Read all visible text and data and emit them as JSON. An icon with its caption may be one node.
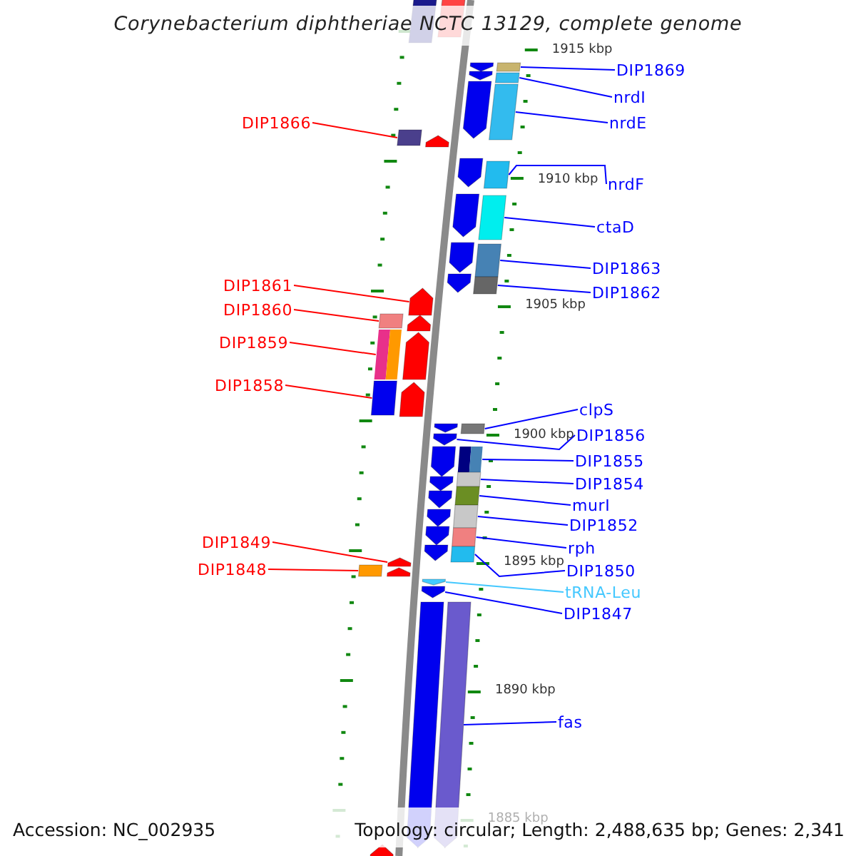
{
  "diagram": {
    "title": "Corynebacterium diphtheriae NCTC 13129, complete genome",
    "nodes": [
      {
        "text": [
          "DIP1869"
        ]
      },
      {
        "text": [
          "nrdI"
        ]
      },
      {
        "text": [
          "nrdE"
        ]
      },
      {
        "text": [
          "DIP1866"
        ]
      },
      {
        "text": [
          "nrdF"
        ]
      },
      {
        "text": [
          "ctaD"
        ]
      },
      {
        "text": [
          "DIP1863"
        ]
      },
      {
        "text": [
          "DIP1862"
        ]
      },
      {
        "text": [
          "DIP1861"
        ]
      },
      {
        "text": [
          "DIP1860"
        ]
      },
      {
        "text": [
          "DIP1859"
        ]
      },
      {
        "text": [
          "DIP1858"
        ]
      },
      {
        "text": [
          "clpS"
        ]
      },
      {
        "text": [
          "DIP1856"
        ]
      },
      {
        "text": [
          "DIP1855"
        ]
      },
      {
        "text": [
          "DIP1854"
        ]
      },
      {
        "text": [
          "murI"
        ]
      },
      {
        "text": [
          "DIP1852"
        ]
      },
      {
        "text": [
          "rph"
        ]
      },
      {
        "text": [
          "DIP1849"
        ]
      },
      {
        "text": [
          "DIP1850"
        ]
      },
      {
        "text": [
          "DIP1848"
        ]
      },
      {
        "text": [
          "tRNA-Leu"
        ]
      },
      {
        "text": [
          "DIP1847"
        ]
      },
      {
        "text": [
          "fas"
        ]
      },
      {
        "text": [],
        "shape": "bar"
      },
      {
        "text": [],
        "shape": "bar"
      },
      {
        "text": [],
        "shape": "bar"
      },
      {
        "text": [],
        "shape": "bar"
      },
      {
        "text": [],
        "shape": "bar"
      },
      {
        "text": [],
        "shape": "bar"
      },
      {
        "text": [],
        "shape": "bar"
      },
      {
        "text": [],
        "shape": "bar"
      },
      {
        "text": [],
        "shape": "arrow"
      },
      {
        "text": [],
        "shape": "bar"
      },
      {
        "text": [],
        "shape": "bar"
      },
      {
        "text": [],
        "shape": "bar"
      },
      {
        "text": [],
        "shape": "bar"
      },
      {
        "text": [],
        "shape": "arrow"
      },
      {
        "text": [],
        "shape": "bar"
      },
      {
        "text": [],
        "shape": "bar"
      },
      {
        "text": [],
        "shape": "bar"
      },
      {
        "text": [],
        "shape": "bar"
      },
      {
        "text": [],
        "shape": "bar"
      },
      {
        "text": [],
        "shape": "arrow"
      },
      {
        "text": [],
        "shape": "bar"
      },
      {
        "text": [],
        "shape": "bar"
      },
      {
        "text": [],
        "shape": "arrow"
      },
      {
        "text": [],
        "shape": "arrow"
      },
      {
        "text": [],
        "shape": "bar"
      },
      {
        "text": [],
        "shape": "bar"
      },
      {
        "text": [],
        "shape": "bar"
      },
      {
        "text": [],
        "shape": "arrow"
      },
      {
        "text": [],
        "shape": "arrow"
      },
      {
        "text": [],
        "shape": "arrow"
      },
      {
        "text": [],
        "shape": "arrow"
      },
      {
        "text": [],
        "shape": "arrow"
      },
      {
        "text": [],
        "shape": "arrow"
      },
      {
        "text": [],
        "shape": "arrow"
      },
      {
        "text": [],
        "shape": "arrow"
      },
      {
        "text": [],
        "shape": "arrow"
      },
      {
        "text": [],
        "shape": "arrow"
      },
      {
        "text": [],
        "shape": "arrow"
      },
      {
        "text": [],
        "shape": "arrow"
      },
      {
        "text": [],
        "shape": "arrow"
      },
      {
        "text": [],
        "shape": "arrow"
      },
      {
        "text": [],
        "shape": "arrow"
      },
      {
        "text": [],
        "shape": "arrow"
      },
      {
        "text": [],
        "shape": "arrow"
      },
      {
        "text": [],
        "shape": "arrow"
      },
      {
        "text": [],
        "shape": "arrow"
      },
      {
        "text": [],
        "shape": "arrow"
      },
      {
        "text": [],
        "shape": "arrow"
      }
    ],
    "edges": [
      {
        "from": 0,
        "to": 25,
        "arrow": "none"
      },
      {
        "from": 1,
        "to": 26,
        "arrow": "none"
      },
      {
        "from": 2,
        "to": 27,
        "arrow": "none"
      },
      {
        "from": 3,
        "to": 28,
        "arrow": "none",
        "color": "#ff0000"
      },
      {
        "from": 4,
        "to": 29,
        "arrow": "none"
      },
      {
        "from": 5,
        "to": 30,
        "arrow": "none"
      },
      {
        "from": 6,
        "to": 31,
        "arrow": "none"
      },
      {
        "from": 7,
        "to": 32,
        "arrow": "none"
      },
      {
        "from": 8,
        "to": 33,
        "arrow": "none",
        "color": "#ff0000"
      },
      {
        "from": 9,
        "to": 34,
        "arrow": "none",
        "color": "#ff0000"
      },
      {
        "from": 10,
        "to": 35,
        "arrow": "none",
        "color": "#ff0000"
      },
      {
        "from": 11,
        "to": 36,
        "arrow": "none",
        "color": "#ff0000"
      },
      {
        "from": 12,
        "to": 37,
        "arrow": "none"
      },
      {
        "from": 13,
        "to": 38,
        "arrow": "none"
      },
      {
        "from": 14,
        "to": 39,
        "arrow": "none"
      },
      {
        "from": 15,
        "to": 40,
        "arrow": "none"
      },
      {
        "from": 16,
        "to": 41,
        "arrow": "none"
      },
      {
        "from": 17,
        "to": 42,
        "arrow": "none"
      },
      {
        "from": 18,
        "to": 43,
        "arrow": "none"
      },
      {
        "from": 19,
        "to": 44,
        "arrow": "none",
        "color": "#ff0000"
      },
      {
        "from": 20,
        "to": 45,
        "arrow": "none"
      },
      {
        "from": 21,
        "to": 46,
        "arrow": "none",
        "color": "#ff0000"
      },
      {
        "from": 22,
        "to": 47,
        "arrow": "none",
        "color": "#44c8ff"
      },
      {
        "from": 23,
        "to": 48,
        "arrow": "none"
      },
      {
        "from": 24,
        "to": 49,
        "arrow": "none"
      }
    ],
    "labels": [
      "1915 kbp",
      "1910 kbp",
      "1905 kbp",
      "1900 kbp",
      "1895 kbp",
      "1890 kbp",
      "1885 kbp",
      "Accession: NC_002935",
      "Topology: circular; Length: 2,488,635 bp; Genes: 2,341"
    ]
  }
}
